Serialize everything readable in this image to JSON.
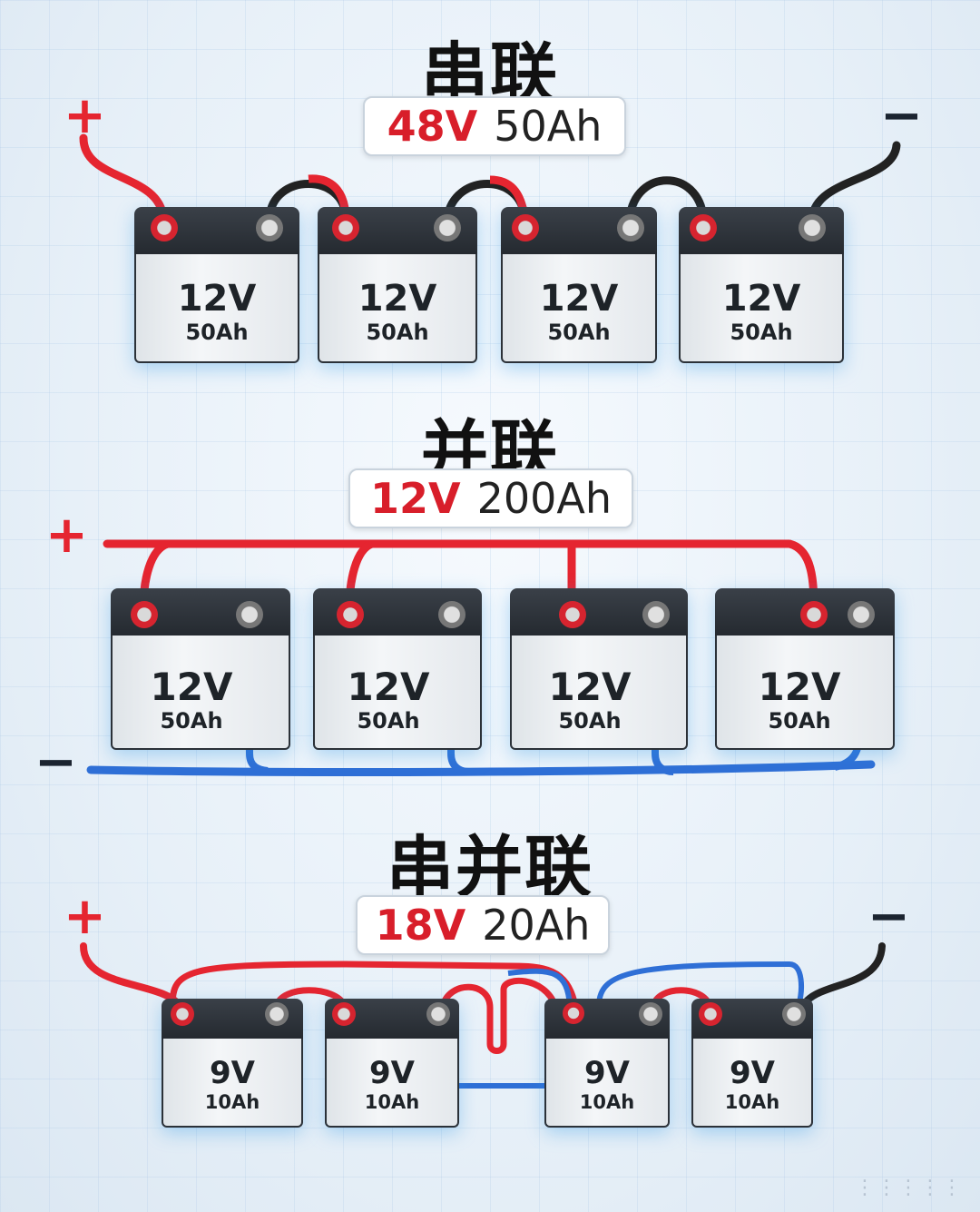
{
  "series": {
    "title": "串联",
    "voltage": "48V",
    "capacity": "50Ah",
    "batteries": [
      {
        "voltage": "12V",
        "capacity": "50Ah"
      },
      {
        "voltage": "12V",
        "capacity": "50Ah"
      },
      {
        "voltage": "12V",
        "capacity": "50Ah"
      },
      {
        "voltage": "12V",
        "capacity": "50Ah"
      }
    ]
  },
  "parallel": {
    "title": "并联",
    "voltage": "12V",
    "capacity": "200Ah",
    "batteries": [
      {
        "voltage": "12V",
        "capacity": "50Ah"
      },
      {
        "voltage": "12V",
        "capacity": "50Ah"
      },
      {
        "voltage": "12V",
        "capacity": "50Ah"
      },
      {
        "voltage": "12V",
        "capacity": "50Ah"
      }
    ]
  },
  "series_parallel": {
    "title": "串并联",
    "voltage": "18V",
    "capacity": "20Ah",
    "batteries": [
      {
        "voltage": "9V",
        "capacity": "10Ah"
      },
      {
        "voltage": "9V",
        "capacity": "10Ah"
      },
      {
        "voltage": "9V",
        "capacity": "10Ah"
      },
      {
        "voltage": "9V",
        "capacity": "10Ah"
      }
    ]
  },
  "signs": {
    "plus": "+",
    "minus": "−"
  },
  "watermark": "⋮⋮⋮⋮⋮",
  "colors": {
    "positive": "#e52530",
    "negative": "#1b2430",
    "negative_bus": "#2f6fd6",
    "accent": "#d81e2a"
  }
}
